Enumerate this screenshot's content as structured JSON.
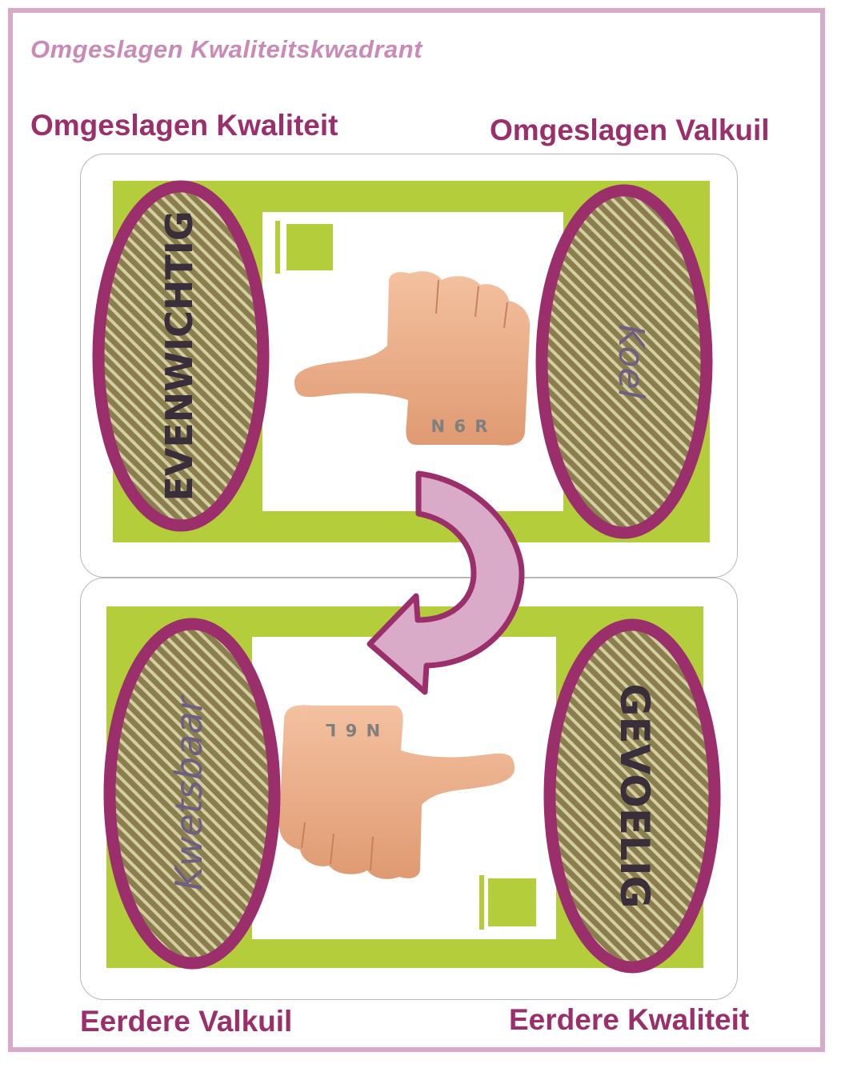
{
  "title": "Omgeslagen Kwaliteitskwadrant",
  "corners": {
    "top_left": "Omgeslagen Kwaliteit",
    "top_right": "Omgeslagen Valkuil",
    "bottom_left": "Eerdere Valkuil",
    "bottom_right": "Eerdere Kwaliteit"
  },
  "top_card": {
    "left_oval": "EVENWICHTIG",
    "right_oval": "Koel",
    "code": "N 6 R"
  },
  "bottom_card": {
    "left_oval": "Kwetsbaar",
    "right_oval": "GEVOELIG",
    "code": "N 6 L"
  },
  "colors": {
    "accent": "#9b2f6c",
    "title": "#c98bb6",
    "card_green": "#b3cd3b",
    "oval_fill": "#8a7e4e",
    "arrow_fill": "#d9abc9",
    "hand": "#e9a882",
    "label_dark": "#3a2e3a",
    "label_muted": "#6e5f82",
    "code_gray": "#7f7f7f"
  },
  "icons": [
    "thumbs-down-icon",
    "thumbs-up-icon",
    "curved-arrow-icon"
  ]
}
